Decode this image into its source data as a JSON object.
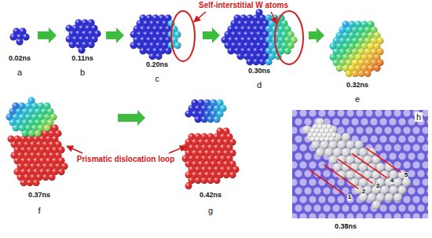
{
  "diagram": {
    "labels": [
      "Self-interstitial W atoms",
      "0.02ns",
      "a",
      "0.11ns",
      "b",
      "0.20ns",
      "c",
      "0.30ns",
      "d",
      "0.32ns",
      "e",
      "0.37ns",
      "f",
      "Prismatic dislocation loop",
      "0.42ns",
      "g",
      "h",
      "0.38ns",
      "1",
      "2",
      "3",
      "4",
      "5"
    ]
  }
}
